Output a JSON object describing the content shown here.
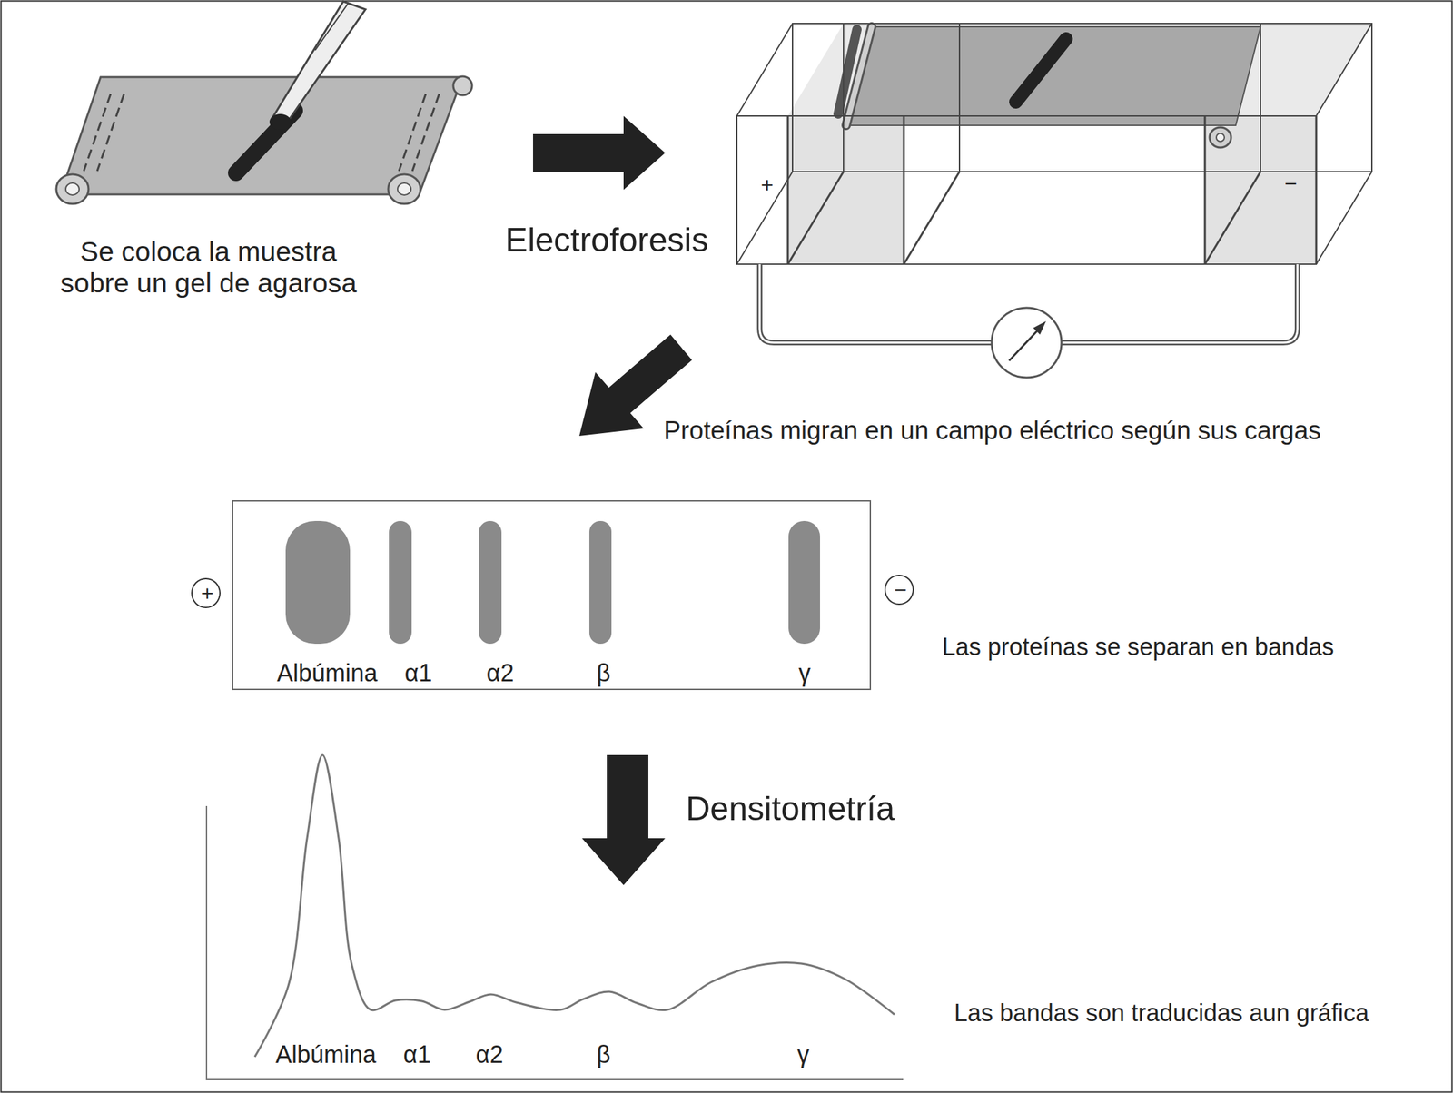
{
  "diagram": {
    "nodes": [
      {
        "text": [
          "Albúmina",
          "α1",
          "α2",
          "β",
          "γ"
        ]
      },
      {
        "text": [
          "+"
        ]
      },
      {
        "text": [
          "−"
        ]
      }
    ],
    "labels": [
      "Se coloca la muestra sobre un gel de agarosa",
      "Electroforesis",
      "+",
      "−",
      "Proteínas migran en un campo eléctrico según sus cargas",
      "Las proteínas se separan en bandas",
      "Densitometría",
      "Albúmina",
      "α1",
      "α2",
      "β",
      "γ",
      "Las bandas son traducidas aun gráfica"
    ]
  }
}
